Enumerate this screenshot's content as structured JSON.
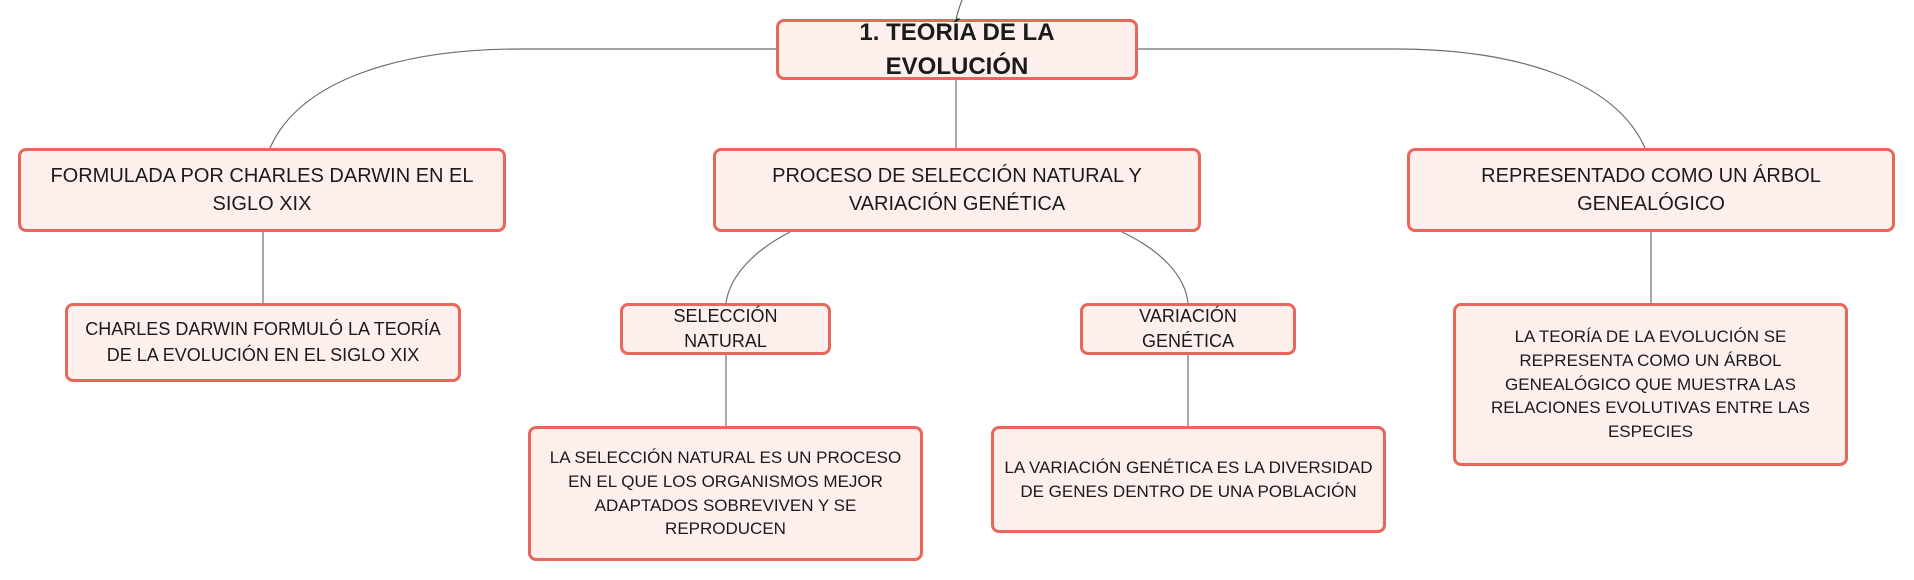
{
  "map": {
    "root": "1. TEORÍA DE LA EVOLUCIÓN",
    "branches": [
      {
        "label": "FORMULADA POR CHARLES DARWIN EN EL SIGLO XIX"
      },
      {
        "label": "PROCESO DE SELECCIÓN NATURAL Y VARIACIÓN GENÉTICA"
      },
      {
        "label": "REPRESENTADO COMO UN ÁRBOL GENEALÓGICO"
      }
    ],
    "darwin_detail": "CHARLES DARWIN FORMULÓ LA TEORÍA DE LA EVOLUCIÓN EN EL SIGLO XIX",
    "selection": {
      "label": "SELECCIÓN NATURAL",
      "detail": "LA SELECCIÓN NATURAL ES UN PROCESO EN EL QUE LOS ORGANISMOS MEJOR ADAPTADOS SOBREVIVEN Y SE REPRODUCEN"
    },
    "variation": {
      "label": "VARIACIÓN GENÉTICA",
      "detail": "LA VARIACIÓN GENÉTICA ES LA DIVERSIDAD DE GENES DENTRO DE UNA POBLACIÓN"
    },
    "tree_detail": "LA TEORÍA DE LA EVOLUCIÓN SE REPRESENTA COMO UN ÁRBOL GENEALÓGICO QUE MUESTRA LAS RELACIONES EVOLUTIVAS ENTRE LAS ESPECIES"
  },
  "colors": {
    "node_fill": "#fdf0ec",
    "node_border": "#e8675a",
    "connector": "#6e6e6e"
  }
}
